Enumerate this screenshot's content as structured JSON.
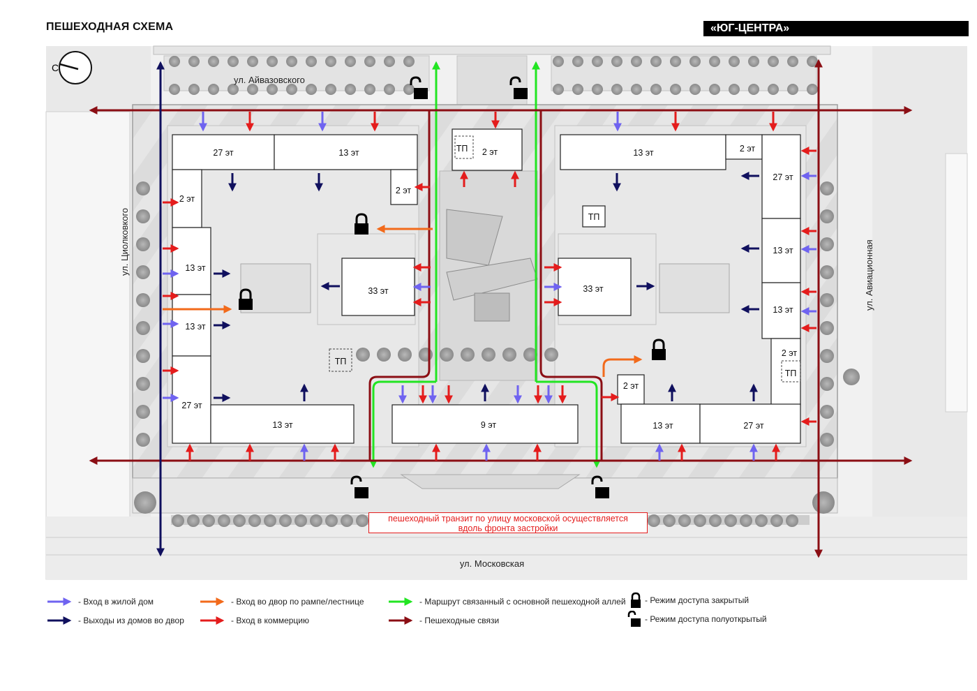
{
  "header": {
    "title": "ПЕШЕХОДНАЯ СХЕМА",
    "project": "«ЮГ-ЦЕНТРА»"
  },
  "compass": {
    "letter": "С"
  },
  "streets": {
    "north": "ул. Айвазовского",
    "west": "ул. Циолковкого",
    "east": "ул. Авиационная",
    "south": "ул. Московская"
  },
  "buildings": {
    "b27_nw": "27 эт",
    "b13_n1": "13 эт",
    "b2_nw": "2 эт",
    "b13_w1": "13 эт",
    "b13_w2": "13 эт",
    "b27_sw": "27 эт",
    "b13_s1": "13 эт",
    "b33_w": "33 эт",
    "b2_cw": "2 эт",
    "tp_c": "ТП",
    "b2_c": "2 эт",
    "b9": "9 эт",
    "b13_ne": "13 эт",
    "b2_ne": "2 эт",
    "b27_e": "27 эт",
    "b13_e1": "13 эт",
    "b13_e2": "13 эт",
    "tp_e": "ТП",
    "b33_e": "33 эт",
    "b2_se_e": "2 эт",
    "tp_se": "ТП",
    "b2_se": "2 эт",
    "b13_se": "13 эт",
    "b27_se": "27 эт",
    "tp_sw": "ТП"
  },
  "note": {
    "line1": "пешеходный транзит по улицу московской осуществляется",
    "line2": "вдоль фронта застройки"
  },
  "legend": [
    {
      "label": "- Вход в жилой дом",
      "color": "#6f63f0",
      "kind": "arrow"
    },
    {
      "label": "- Выходы из домов во двор",
      "color": "#10105e",
      "kind": "arrow"
    },
    {
      "label": "- Вход во двор по рампе/лестнице",
      "color": "#f26a1b",
      "kind": "arrow"
    },
    {
      "label": "- Вход в коммерцию",
      "color": "#e41c1c",
      "kind": "arrow"
    },
    {
      "label": "- Маршрут связанный с основной пешеходной аллей",
      "color": "#22e522",
      "kind": "arrow"
    },
    {
      "label": "- Пешеходные связи",
      "color": "#8b0e14",
      "kind": "arrow"
    },
    {
      "label": "- Режим доступа закрытый",
      "kind": "lock-closed"
    },
    {
      "label": "- Режим доступа полуоткрытый",
      "kind": "lock-open"
    }
  ],
  "colors": {
    "residential": "#6f63f0",
    "courtyard_exit": "#10105e",
    "ramp": "#f26a1b",
    "commerce": "#e41c1c",
    "main_route": "#22e522",
    "pedestrian": "#8b0e14"
  }
}
